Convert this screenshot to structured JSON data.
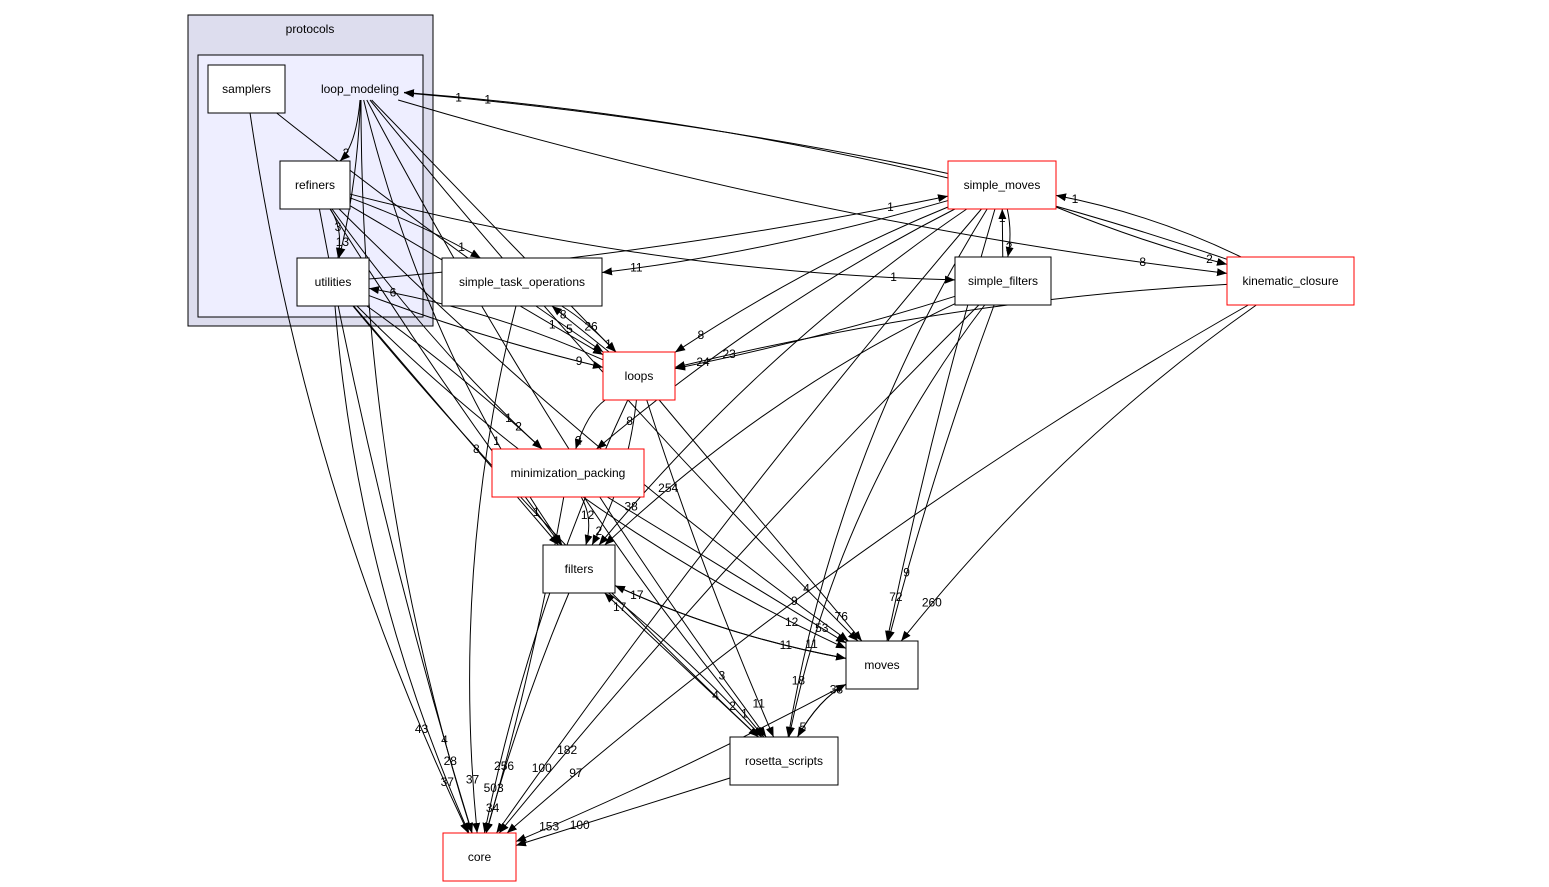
{
  "clusters": {
    "protocols": {
      "label": "protocols",
      "fill": "#ddddee"
    },
    "loop_modeling": {
      "label": "loop_modeling",
      "fill": "#eeeeff"
    }
  },
  "nodes": [
    {
      "id": "samplers",
      "label": "samplers",
      "border": "#000000"
    },
    {
      "id": "refiners",
      "label": "refiners",
      "border": "#000000"
    },
    {
      "id": "utilities",
      "label": "utilities",
      "border": "#000000"
    },
    {
      "id": "simple_task_operations",
      "label": "simple_task_operations",
      "border": "#000000"
    },
    {
      "id": "loops",
      "label": "loops",
      "border": "#ff0000"
    },
    {
      "id": "minimization_packing",
      "label": "minimization_packing",
      "border": "#ff0000"
    },
    {
      "id": "filters",
      "label": "filters",
      "border": "#000000"
    },
    {
      "id": "simple_moves",
      "label": "simple_moves",
      "border": "#ff0000"
    },
    {
      "id": "simple_filters",
      "label": "simple_filters",
      "border": "#000000"
    },
    {
      "id": "kinematic_closure",
      "label": "kinematic_closure",
      "border": "#ff0000"
    },
    {
      "id": "moves",
      "label": "moves",
      "border": "#000000"
    },
    {
      "id": "rosetta_scripts",
      "label": "rosetta_scripts",
      "border": "#000000"
    },
    {
      "id": "core",
      "label": "core",
      "border": "#ff0000"
    }
  ],
  "edges": [
    {
      "from": "loop_modeling",
      "to": "refiners",
      "label": "2"
    },
    {
      "from": "loop_modeling",
      "to": "utilities",
      "label": "13"
    },
    {
      "from": "loop_modeling",
      "to": "loops",
      "label": "26"
    },
    {
      "from": "loop_modeling",
      "to": "filters",
      "label": "1"
    },
    {
      "from": "loop_modeling",
      "to": "core",
      "label": "28"
    },
    {
      "from": "loop_modeling",
      "to": "moves",
      "label": "4"
    },
    {
      "from": "loop_modeling",
      "to": "rosetta_scripts",
      "label": "3"
    },
    {
      "from": "loop_modeling",
      "to": "kinematic_closure",
      "label": "8"
    },
    {
      "from": "samplers",
      "to": "loops",
      "label": "5"
    },
    {
      "from": "samplers",
      "to": "core",
      "label": "43"
    },
    {
      "from": "refiners",
      "to": "utilities",
      "label": "3"
    },
    {
      "from": "refiners",
      "to": "simple_task_operations",
      "label": "1"
    },
    {
      "from": "refiners",
      "to": "loops",
      "label": "1"
    },
    {
      "from": "refiners",
      "to": "filters",
      "label": "1"
    },
    {
      "from": "refiners",
      "to": "minimization_packing",
      "label": "2"
    },
    {
      "from": "refiners",
      "to": "core",
      "label": "4"
    },
    {
      "from": "refiners",
      "to": "moves",
      "label": "9"
    },
    {
      "from": "refiners",
      "to": "simple_filters",
      "label": "1"
    },
    {
      "from": "utilities",
      "to": "loops",
      "label": "9"
    },
    {
      "from": "loops",
      "to": "utilities",
      "label": "6"
    },
    {
      "from": "utilities",
      "to": "simple_moves",
      "label": "1"
    },
    {
      "from": "utilities",
      "to": "minimization_packing",
      "label": "1"
    },
    {
      "from": "utilities",
      "to": "filters",
      "label": "8"
    },
    {
      "from": "utilities",
      "to": "core",
      "label": "37"
    },
    {
      "from": "utilities",
      "to": "moves",
      "label": "12"
    },
    {
      "from": "utilities",
      "to": "rosetta_scripts",
      "label": "4"
    },
    {
      "from": "simple_task_operations",
      "to": "loops",
      "label": "1"
    },
    {
      "from": "loops",
      "to": "simple_task_operations",
      "label": "8"
    },
    {
      "from": "simple_task_operations",
      "to": "core",
      "label": "37"
    },
    {
      "from": "loops",
      "to": "minimization_packing",
      "label": "2"
    },
    {
      "from": "loops",
      "to": "filters",
      "label": "2"
    },
    {
      "from": "loops",
      "to": "core",
      "label": "503"
    },
    {
      "from": "loops",
      "to": "moves",
      "label": "76"
    },
    {
      "from": "loops",
      "to": "rosetta_scripts",
      "label": "11"
    },
    {
      "from": "simple_moves",
      "to": "loops",
      "label": "8"
    },
    {
      "from": "simple_moves",
      "to": "simple_task_operations",
      "label": "11"
    },
    {
      "from": "simple_moves",
      "to": "simple_filters",
      "label": "2"
    },
    {
      "from": "simple_filters",
      "to": "simple_moves",
      "label": "1"
    },
    {
      "from": "simple_moves",
      "to": "kinematic_closure",
      "label": "2"
    },
    {
      "from": "kinematic_closure",
      "to": "simple_moves",
      "label": "1"
    },
    {
      "from": "simple_moves",
      "to": "loop_modeling",
      "label": "1"
    },
    {
      "from": "simple_moves",
      "to": "minimization_packing",
      "label": "8"
    },
    {
      "from": "simple_moves",
      "to": "filters",
      "label": "38"
    },
    {
      "from": "simple_moves",
      "to": "moves",
      "label": "72"
    },
    {
      "from": "simple_moves",
      "to": "rosetta_scripts",
      "label": "18"
    },
    {
      "from": "simple_moves",
      "to": "core",
      "label": "100"
    },
    {
      "from": "simple_filters",
      "to": "loops",
      "label": "24"
    },
    {
      "from": "simple_filters",
      "to": "filters",
      "label": "254"
    },
    {
      "from": "simple_filters",
      "to": "moves",
      "label": "9"
    },
    {
      "from": "simple_filters",
      "to": "rosetta_scripts",
      "label": "11"
    },
    {
      "from": "simple_filters",
      "to": "core",
      "label": "182"
    },
    {
      "from": "kinematic_closure",
      "to": "loops",
      "label": "23"
    },
    {
      "from": "kinematic_closure",
      "to": "moves",
      "label": "260"
    },
    {
      "from": "kinematic_closure",
      "to": "core",
      "label": "97"
    },
    {
      "from": "kinematic_closure",
      "to": "loop_modeling",
      "label": "1"
    },
    {
      "from": "minimization_packing",
      "to": "filters",
      "label": "12"
    },
    {
      "from": "minimization_packing",
      "to": "core",
      "label": "256"
    },
    {
      "from": "minimization_packing",
      "to": "moves",
      "label": "53"
    },
    {
      "from": "minimization_packing",
      "to": "rosetta_scripts",
      "label": "1"
    },
    {
      "from": "filters",
      "to": "moves",
      "label": "11"
    },
    {
      "from": "moves",
      "to": "filters",
      "label": "17"
    },
    {
      "from": "filters",
      "to": "rosetta_scripts",
      "label": "2"
    },
    {
      "from": "rosetta_scripts",
      "to": "filters",
      "label": "17"
    },
    {
      "from": "filters",
      "to": "core",
      "label": "34"
    },
    {
      "from": "moves",
      "to": "rosetta_scripts",
      "label": "5"
    },
    {
      "from": "rosetta_scripts",
      "to": "moves",
      "label": "38"
    },
    {
      "from": "moves",
      "to": "core",
      "label": "153"
    },
    {
      "from": "rosetta_scripts",
      "to": "core",
      "label": "100"
    }
  ]
}
